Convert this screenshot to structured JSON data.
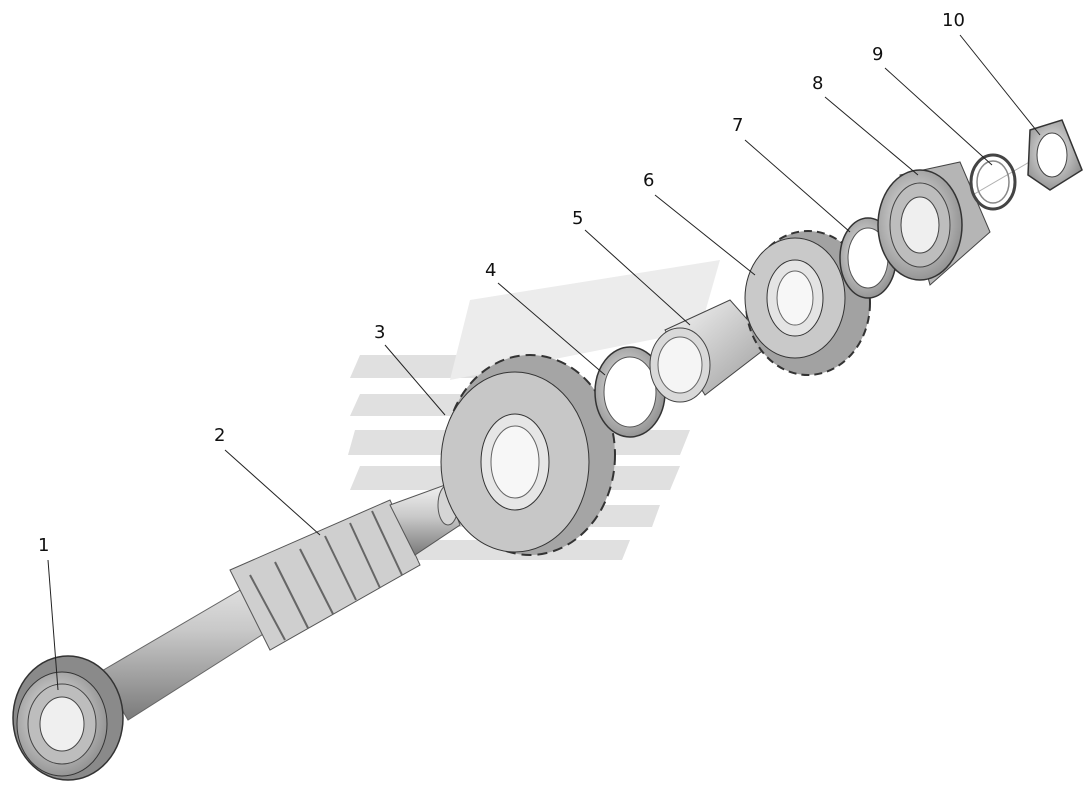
{
  "callouts": [
    {
      "id": "1",
      "label": "1"
    },
    {
      "id": "2",
      "label": "2"
    },
    {
      "id": "3",
      "label": "3"
    },
    {
      "id": "4",
      "label": "4"
    },
    {
      "id": "5",
      "label": "5"
    },
    {
      "id": "6",
      "label": "6"
    },
    {
      "id": "7",
      "label": "7"
    },
    {
      "id": "8",
      "label": "8"
    },
    {
      "id": "9",
      "label": "9"
    },
    {
      "id": "10",
      "label": "10"
    }
  ],
  "parts": [
    {
      "callout": "1",
      "kind": "bearing"
    },
    {
      "callout": "2",
      "kind": "splined-shaft"
    },
    {
      "callout": "3",
      "kind": "large-gear"
    },
    {
      "callout": "4",
      "kind": "thrust-washer"
    },
    {
      "callout": "5",
      "kind": "bushing"
    },
    {
      "callout": "6",
      "kind": "small-gear"
    },
    {
      "callout": "7",
      "kind": "thrust-washer"
    },
    {
      "callout": "8",
      "kind": "bearing"
    },
    {
      "callout": "9",
      "kind": "lock-washer"
    },
    {
      "callout": "10",
      "kind": "nut"
    }
  ],
  "colors": {
    "background": "#ffffff",
    "metal_light": "#d8d8d8",
    "metal_mid": "#a9a9a9",
    "metal_dark": "#6f6f6f",
    "watermark": "#d9d9d9"
  }
}
